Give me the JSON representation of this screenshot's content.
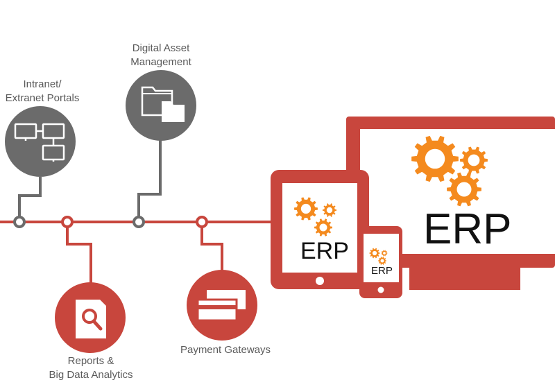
{
  "colors": {
    "accent_red": "#c8463d",
    "node_gray": "#6b6b6b",
    "gear_orange": "#f48a1e",
    "label_gray": "#5a5a5a"
  },
  "nodes": {
    "intranet": {
      "line1": "Intranet/",
      "line2": "Extranet Portals",
      "icon": "network-computers-icon"
    },
    "digital_asset": {
      "line1": "Digital Asset",
      "line2": "Management",
      "icon": "folders-icon"
    },
    "reports": {
      "line1": "Reports &",
      "line2": "Big Data Analytics",
      "icon": "magnifier-report-icon"
    },
    "payment": {
      "line1": "Payment Gateways",
      "icon": "cards-icon"
    }
  },
  "devices": {
    "monitor_label": "ERP",
    "tablet_label": "ERP",
    "phone_label": "ERP",
    "icon": "gears-icon"
  }
}
